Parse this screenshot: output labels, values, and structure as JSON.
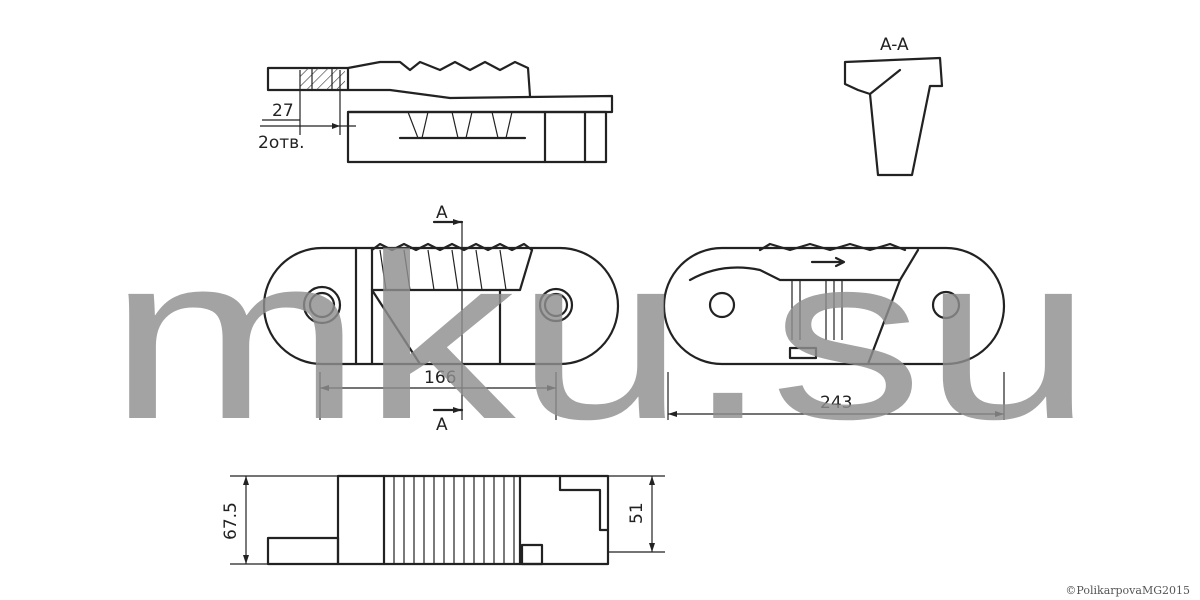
{
  "drawing": {
    "section_label": "A-A",
    "cut_mark_top": "A",
    "cut_mark_bottom": "A"
  },
  "dimensions": {
    "hole_offset": "27",
    "hole_note": "2отв.",
    "length_holes": "166",
    "length_overall": "243",
    "height_total": "67.5",
    "height_inner": "51"
  },
  "watermark": {
    "text": "mku.su",
    "color": "#8f8f8f"
  },
  "copyright": "©PolikarpovaMG2015"
}
